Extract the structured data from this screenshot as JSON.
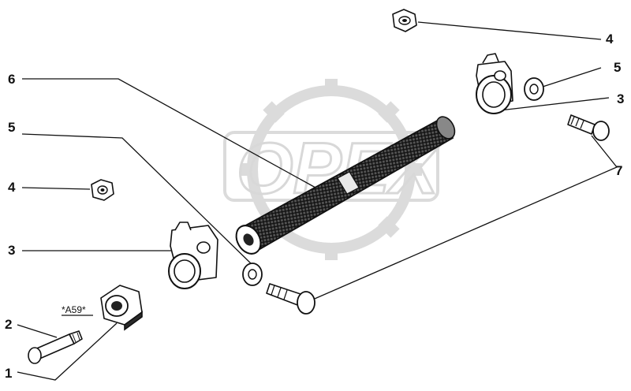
{
  "watermark": {
    "text": "OPEX"
  },
  "callouts": {
    "c1": "1",
    "c2": "2",
    "c3_left": "3",
    "c3_right": "3",
    "c4_left": "4",
    "c4_right": "4",
    "c5_left": "5",
    "c5_right": "5",
    "c6": "6",
    "c7": "7"
  },
  "note": {
    "text": "*A59*"
  },
  "colors": {
    "ink": "#111111",
    "watermark": "#d8d8d8",
    "background": "#ffffff"
  }
}
